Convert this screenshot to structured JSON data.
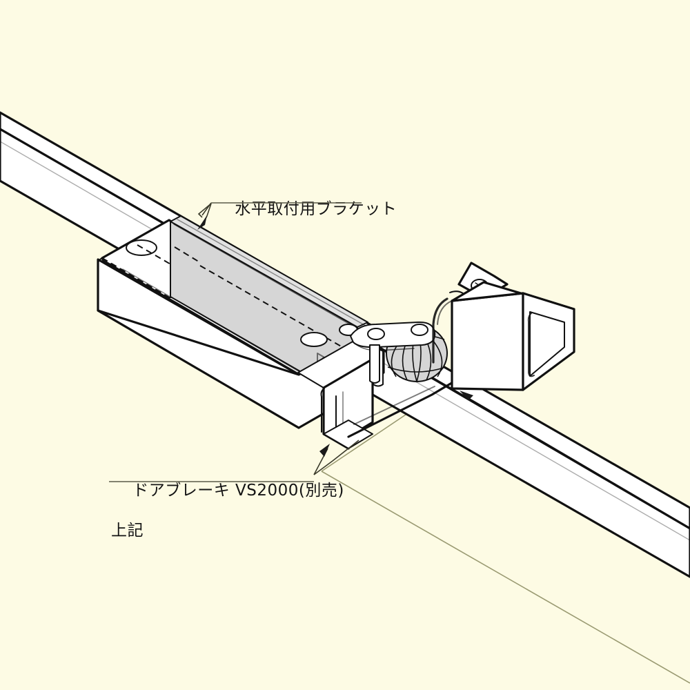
{
  "figure": {
    "type": "isometric-technical-line-drawing",
    "background_color": "#fdfbe4",
    "line_color": "#111111",
    "shade_color": "#d5d5d5",
    "face_color": "#ffffff",
    "guide_line_color": "#9a9a72"
  },
  "labels": {
    "bracket": {
      "text": "水平取付用ブラケット",
      "underline": true,
      "leader": "arrow-down-left"
    },
    "door_brake": {
      "line1": "ドアブレーキ VS2000(別売)",
      "line2": "上記",
      "underline": true,
      "leader": "arrow-up-right"
    }
  },
  "parts": [
    {
      "name": "horizontal-mounting-bracket",
      "label_ref": "bracket"
    },
    {
      "name": "door-brake-unit-vs2000",
      "label_ref": "door_brake"
    },
    {
      "name": "door-rail",
      "label_ref": null
    },
    {
      "name": "square-tube-post",
      "label_ref": null
    },
    {
      "name": "roller-ball",
      "label_ref": null
    },
    {
      "name": "linkage-arm",
      "label_ref": null
    },
    {
      "name": "pivot-pin",
      "label_ref": null
    },
    {
      "name": "mounting-screws",
      "count": 2
    }
  ],
  "annotations": {
    "arrow_count": 3,
    "hidden_line_style": "dashed"
  }
}
